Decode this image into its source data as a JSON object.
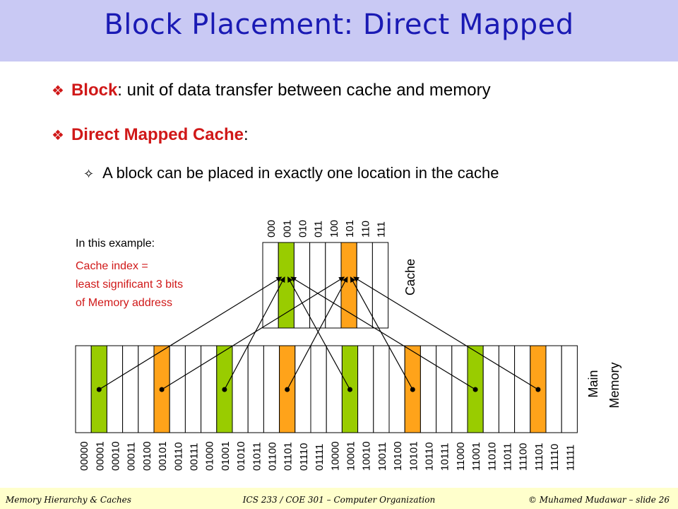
{
  "title": "Block Placement: Direct Mapped",
  "bullets": [
    {
      "term": "Block",
      "rest": ": unit of data transfer between cache and memory"
    },
    {
      "term": "Direct Mapped Cache",
      "rest": ":"
    }
  ],
  "sub_bullet": "A block can be placed in exactly one location in the cache",
  "example": {
    "heading": "In this example:",
    "lines": [
      "Cache index =",
      "least significant 3 bits",
      "of Memory address"
    ]
  },
  "cache": {
    "label": "Cache",
    "indices": [
      "000",
      "001",
      "010",
      "011",
      "100",
      "101",
      "110",
      "111"
    ],
    "highlight": {
      "001": "green",
      "101": "orange"
    }
  },
  "memory": {
    "label_line1": "Main",
    "label_line2": "Memory",
    "addresses": [
      "00000",
      "00001",
      "00010",
      "00011",
      "00100",
      "00101",
      "00110",
      "00111",
      "01000",
      "01001",
      "01010",
      "01011",
      "01100",
      "01101",
      "01110",
      "01111",
      "10000",
      "10001",
      "10010",
      "10011",
      "10100",
      "10101",
      "10110",
      "10111",
      "11000",
      "11001",
      "11010",
      "11011",
      "11100",
      "11101",
      "11110",
      "11111"
    ],
    "arrows": [
      {
        "from": "00001",
        "to": "001"
      },
      {
        "from": "00101",
        "to": "101"
      },
      {
        "from": "01001",
        "to": "001"
      },
      {
        "from": "01101",
        "to": "101"
      },
      {
        "from": "10001",
        "to": "001"
      },
      {
        "from": "10101",
        "to": "101"
      },
      {
        "from": "11001",
        "to": "001"
      },
      {
        "from": "11101",
        "to": "101"
      }
    ]
  },
  "colors": {
    "green": "#99cc00",
    "orange": "#ffa31a",
    "title": "#1a1ab4",
    "accent": "#d01818"
  },
  "footer": {
    "left": "Memory Hierarchy & Caches",
    "center": "ICS 233 / COE 301 – Computer Organization",
    "right": "© Muhamed Mudawar – slide 26"
  }
}
